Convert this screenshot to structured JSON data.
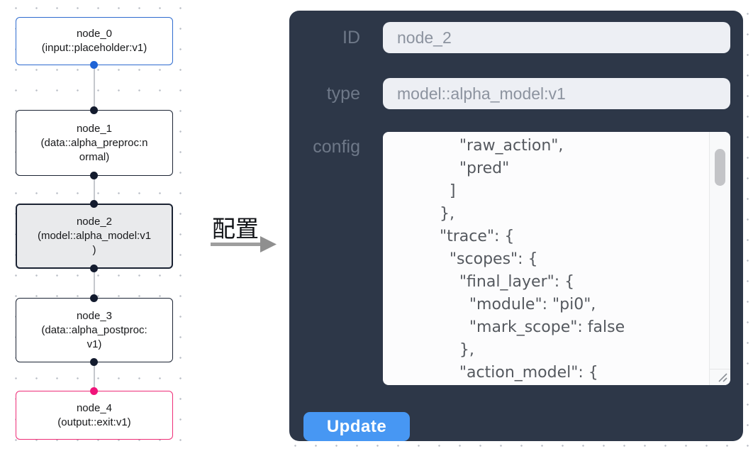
{
  "flow": {
    "nodes": [
      {
        "id": "node_0",
        "label": "node_0\n(input::placeholder:v1)",
        "kind": "input",
        "border_color": "#2e6bcf"
      },
      {
        "id": "node_1",
        "label": "node_1\n(data::alpha_preproc:n\normal)",
        "kind": "data",
        "border_color": "#1b2333"
      },
      {
        "id": "node_2",
        "label": "node_2\n(model::alpha_model:v1\n)",
        "kind": "model-selected",
        "border_color": "#1b2333"
      },
      {
        "id": "node_3",
        "label": "node_3\n(data::alpha_postproc:\nv1)",
        "kind": "data",
        "border_color": "#1b2333"
      },
      {
        "id": "node_4",
        "label": "node_4\n(output::exit:v1)",
        "kind": "output",
        "border_color": "#ee2d77"
      }
    ],
    "port_colors": {
      "input_source": "#1e64d6",
      "default": "#131b2e",
      "output_target": "#f0147a"
    }
  },
  "annotation": {
    "label": "配置"
  },
  "panel": {
    "background": "#2d3748",
    "fields": [
      {
        "label": "ID",
        "value": "node_2"
      },
      {
        "label": "type",
        "value": "model::alpha_model:v1"
      }
    ],
    "config": {
      "label": "config",
      "visible_text": "            \"raw_action\",\n            \"pred\"\n          ]\n        },\n        \"trace\": {\n          \"scopes\": {\n            \"final_layer\": {\n              \"module\": \"pi0\",\n              \"mark_scope\": false\n            },\n            \"action_model\": {"
    },
    "update_button": {
      "label": "Update",
      "color": "#4797f3"
    }
  }
}
